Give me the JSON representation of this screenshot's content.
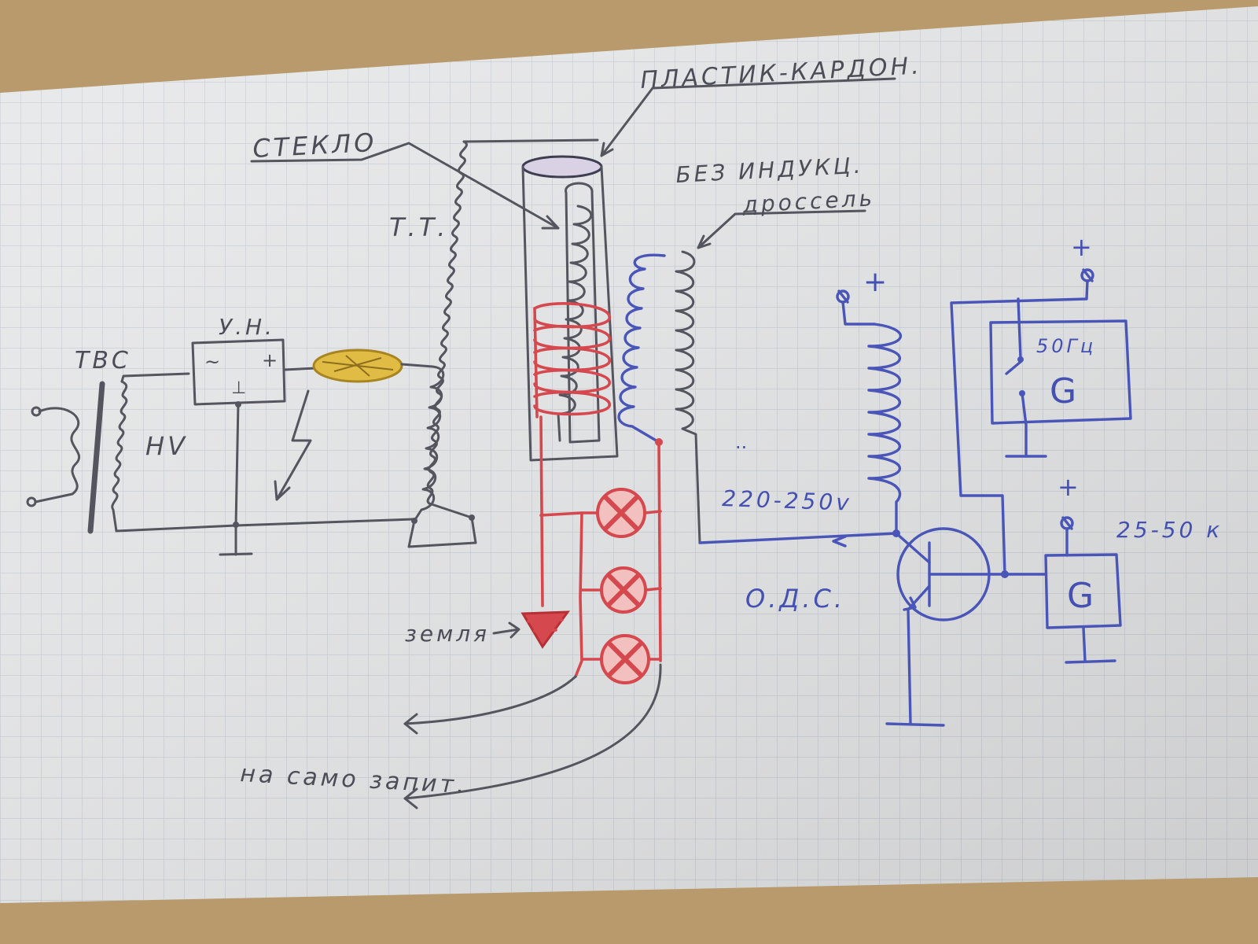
{
  "labels": {
    "plastik_karton": "ПЛАСТИК-КАРДОН.",
    "steklo": "СТЕКЛО",
    "bez_induk": "БЕЗ ИНДУКЦ.",
    "drossel": "дроссель",
    "tt": "Т.Т.",
    "un": "У.Н.",
    "tvs": "ТВС",
    "hv": "HV",
    "un_ac": "~",
    "un_plus": "+",
    "un_ground": "⊥",
    "plus_1": "+",
    "plus_2": "+",
    "plus_3": "+",
    "freq_50": "50Гц",
    "gen_g1": "G",
    "gen_g2": "G",
    "voltage": "220-250v",
    "freq_range": "25-50 к",
    "ods": "О.Д.С.",
    "zemlya": "земля",
    "na_samo": "на само запит."
  },
  "colors": {
    "paper": "#e8e9ea",
    "grid": "#c5cad3",
    "pencil": "#55555f",
    "blue_ink": "#4a55b8",
    "red_ink": "#d5484e",
    "yellow_ink": "#d8b23a",
    "table": "#b89a6c"
  }
}
